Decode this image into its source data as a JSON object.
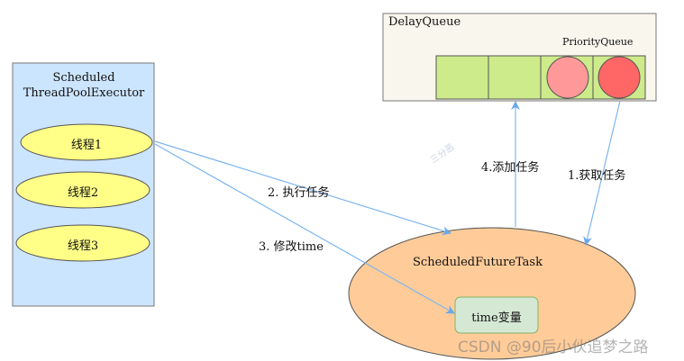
{
  "executor": {
    "title_line1": "Scheduled",
    "title_line2": "ThreadPoolExecutor",
    "threads": [
      "线程1",
      "线程2",
      "线程3"
    ]
  },
  "delay_queue": {
    "title": "DelayQueue",
    "inner_title": "PriorityQueue"
  },
  "task": {
    "title": "ScheduledFutureTask",
    "field": "time变量"
  },
  "arrows": {
    "step1": "1.获取任务",
    "step2": "2. 执行任务",
    "step3": "3. 修改time",
    "step4": "4.添加任务"
  },
  "watermark": {
    "csdn": "CSDN @90后小伙追梦之路",
    "logo": "三分恶"
  },
  "colors": {
    "executor_bg": "#cce5ff",
    "thread": "#ffff88",
    "queue_bg": "#f9f7ed",
    "cell": "#cdeb8b",
    "circle_light": "#ff9999",
    "circle_dark": "#ff6666",
    "task": "#ffcc99",
    "field": "#d5e8d4",
    "arrow": "#7eb6f0"
  }
}
